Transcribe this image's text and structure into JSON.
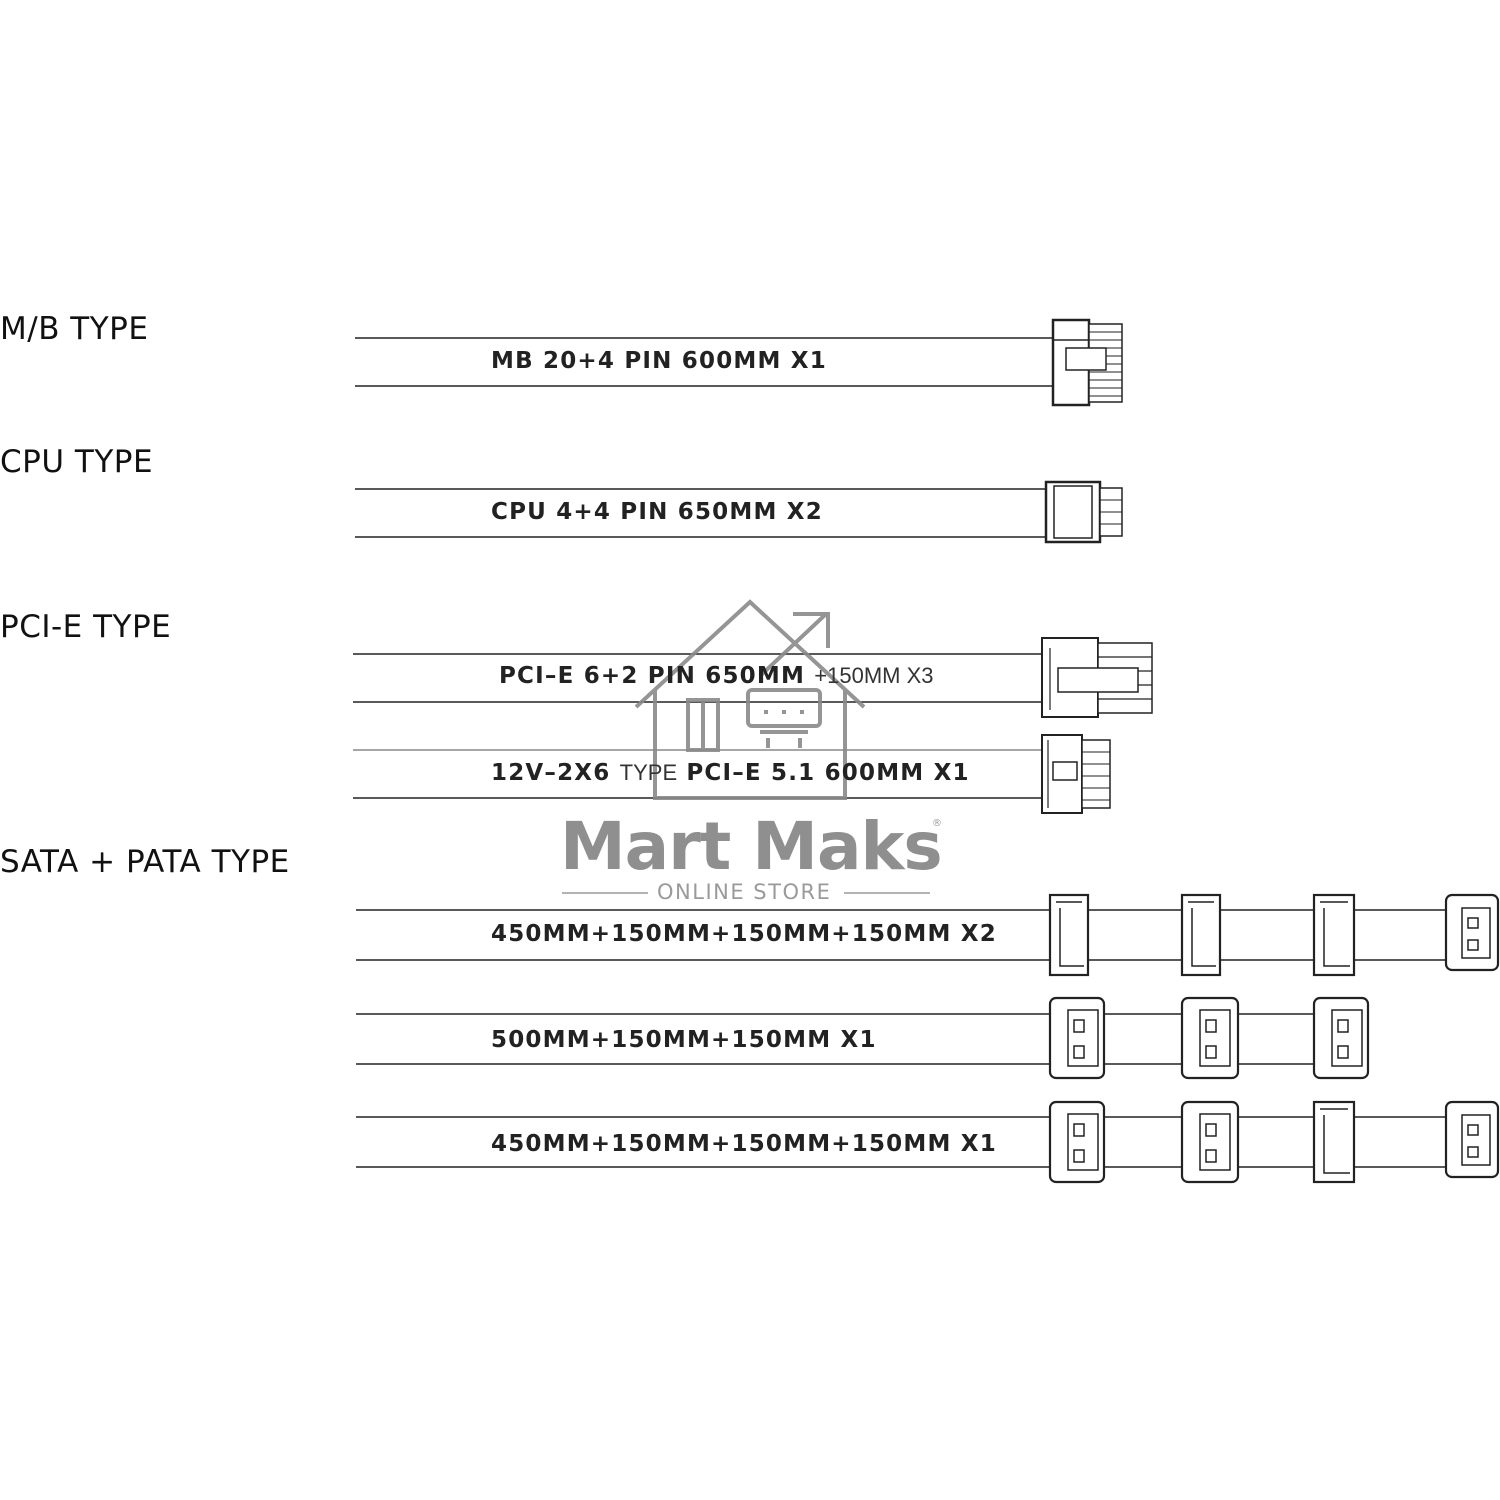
{
  "sections": {
    "mb": "M/B TYPE",
    "cpu": "CPU TYPE",
    "pcie": "PCI-E TYPE",
    "sata": "SATA + PATA TYPE"
  },
  "cables": {
    "mb": "MB 20+4 PIN 600MM  X1",
    "cpu": "CPU 4+4 PIN 650MM  X2",
    "pcie_main": "PCI–E 6+2 PIN 650MM ",
    "pcie_extra": "+150MM X3",
    "v12_main": "12V–2X6 ",
    "v12_type": "TYPE",
    "v12_rest": " PCI–E 5.1 600MM X1",
    "sata1": "450MM+150MM+150MM+150MM  X2",
    "sata2": "500MM+150MM+150MM  X1",
    "sata3": "450MM+150MM+150MM+150MM  X1"
  },
  "watermark": {
    "name": "Mart Maks",
    "tagline": "ONLINE STORE",
    "reg": "®"
  }
}
